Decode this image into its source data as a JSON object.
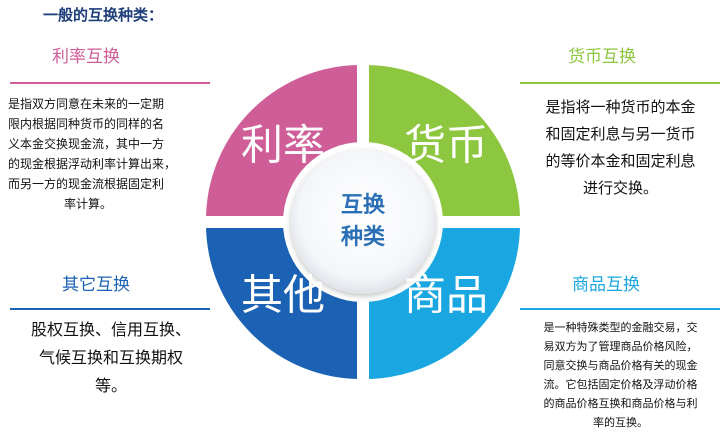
{
  "heading": "一般的互换种类：",
  "center": {
    "line1": "互换",
    "line2": "种类"
  },
  "quadrants": {
    "interest": {
      "label": "利率",
      "color": "#cf5d97"
    },
    "currency": {
      "label": "货币",
      "color": "#8dc63f"
    },
    "other": {
      "label": "其他",
      "color": "#1b62b4"
    },
    "commodity": {
      "label": "商品",
      "color": "#1aa7e1"
    }
  },
  "sections": {
    "interest": {
      "title": "利率互换",
      "color": "#cf5d97",
      "lines": [
        "是指双方同意在未来的一定期",
        "限内根据同种货币的同样的名",
        "义本金交换现金流，其中一方",
        "的现金根据浮动利率计算出来，",
        "而另一方的现金流根据固定利",
        "率计算。"
      ]
    },
    "currency": {
      "title": "货币互换",
      "color": "#8dc63f",
      "lines": [
        "是指将一种货币的本金",
        "和固定利息与另一货币",
        "的等价本金和固定利息",
        "进行交换。"
      ]
    },
    "other": {
      "title": "其它互换",
      "color": "#1b62b4",
      "lines": [
        "股权互换、信用互换、",
        "气候互换和互换期权",
        "等。"
      ]
    },
    "commodity": {
      "title": "商品互换",
      "color": "#1aa7e1",
      "lines": [
        "是一种特殊类型的金融交易，交",
        "易双方为了管理商品价格风险，",
        "同意交换与商品价格有关的现金",
        "流。它包括固定价格及浮动价格",
        "的商品价格互换和商品价格与利",
        "率的互换。"
      ]
    }
  }
}
